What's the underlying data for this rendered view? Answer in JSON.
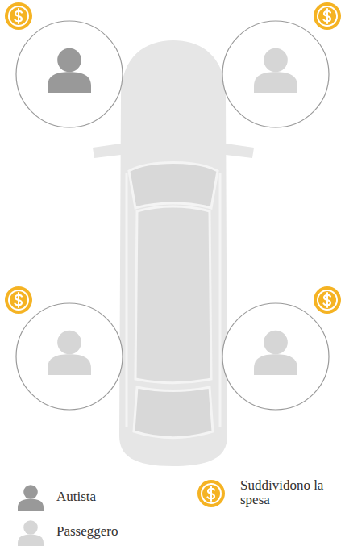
{
  "diagram": {
    "legend": [
      {
        "text": "Autista"
      },
      {
        "text": "Passeggero"
      },
      {
        "text": "Suddividono la spesa"
      }
    ]
  }
}
